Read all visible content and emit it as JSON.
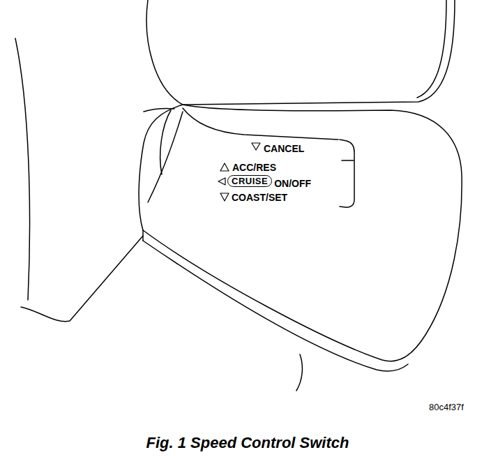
{
  "diagram": {
    "caption": "Fig. 1 Speed Control Switch",
    "nodes": [
      {
        "text": [
          "CRUISE"
        ]
      }
    ],
    "labels": [
      "CANCEL",
      "ACC/RES",
      "ON/OFF",
      "COAST/SET",
      "80c4f37f"
    ]
  }
}
